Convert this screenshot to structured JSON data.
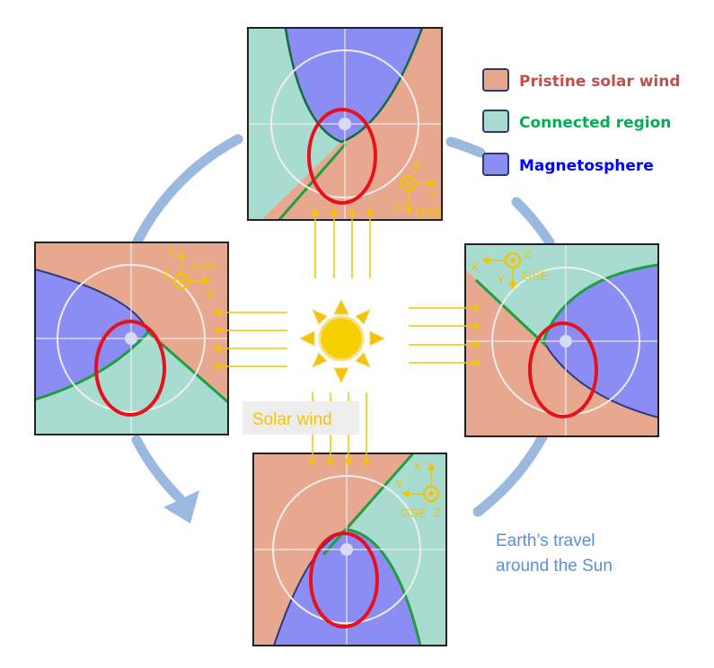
{
  "legend": [
    {
      "label": "Pristine solar wind",
      "swatch": "#e8a890",
      "text_color": "#c0504d"
    },
    {
      "label": "Connected region",
      "swatch": "#a8dcd0",
      "text_color": "#00b050"
    },
    {
      "label": "Magnetosphere",
      "swatch": "#8c8cf5",
      "text_color": "#0000ff"
    }
  ],
  "solar_wind_label": "Solar wind",
  "earth_travel_label": [
    "Earth’s travel",
    "around the Sun"
  ],
  "panels": {
    "top": {
      "axes": {
        "a": "Z",
        "b": "Y",
        "c": "X",
        "frame": "GSE"
      }
    },
    "left": {
      "axes": {
        "a": "Y",
        "b": "GSE",
        "c": "Z",
        "d": "X"
      }
    },
    "right": {
      "axes": {
        "a": "Z",
        "b": "X",
        "c": "Y",
        "frame": "GSE"
      }
    },
    "bottom": {
      "axes": {
        "a": "X",
        "b": "Y",
        "frame": "GSE",
        "c": "Z"
      }
    }
  },
  "colors": {
    "solar_wind": "#e8a890",
    "connected": "#a8dcd0",
    "magnetosphere": "#8c8cf5",
    "oval": "#e8101a",
    "boundary": "#1f9e3f",
    "sun": "#f5c400",
    "orbit": "#9bb8df"
  }
}
